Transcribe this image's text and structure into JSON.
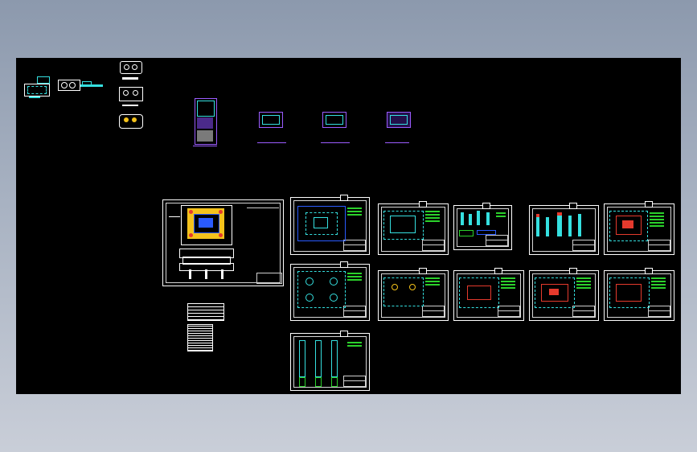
{
  "colors": {
    "viewport_background": "#000000",
    "frame_background": "#95a2b4",
    "sheet_border": "#ffffff",
    "geometry_cyan": "#35e0e0",
    "geometry_blue": "#2a5bff",
    "geometry_yellow": "#f4c21b",
    "geometry_red": "#e53a2d",
    "notes_green": "#2bd12b",
    "label_violet": "#9b5cff"
  },
  "icons": [
    "dimension-callout-icon"
  ],
  "drawing_sheets": [
    {
      "id": "assembly",
      "content": "die-assembly-section"
    },
    {
      "id": "plate-1",
      "content": "plate-with-holes"
    },
    {
      "id": "plate-2",
      "content": "plate-with-holes"
    },
    {
      "id": "parts-1",
      "content": "punch-components"
    },
    {
      "id": "parts-2",
      "content": "punch-components"
    },
    {
      "id": "plate-3",
      "content": "plate-with-holes-red"
    },
    {
      "id": "plate-4",
      "content": "plate-with-holes"
    },
    {
      "id": "plate-5",
      "content": "plate-with-holes"
    },
    {
      "id": "plate-6",
      "content": "plate-with-holes-red"
    },
    {
      "id": "plate-7",
      "content": "plate-with-holes-red"
    },
    {
      "id": "plate-8",
      "content": "plate-with-holes-red"
    },
    {
      "id": "pins",
      "content": "guide-pins"
    }
  ]
}
